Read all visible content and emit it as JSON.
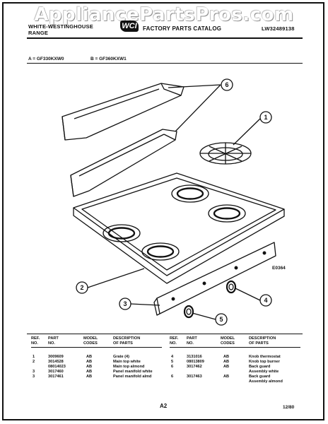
{
  "watermark": "AppliancePartsPros.com",
  "header": {
    "brand_line1": "WHITE-WESTINGHOUSE",
    "brand_line2": "RANGE",
    "logo_text": "WCI",
    "catalog_title": "FACTORY PARTS CATALOG",
    "catalog_number": "LW32489138"
  },
  "models": {
    "a": "A = GF330KXW0",
    "b": "B = GF360KXW1"
  },
  "diagram": {
    "id_label": "E0364",
    "callouts": [
      "1",
      "2",
      "3",
      "4",
      "5",
      "6"
    ]
  },
  "table": {
    "headers": {
      "ref_no": [
        "REF.",
        "NO."
      ],
      "part_no": [
        "PART",
        "NO."
      ],
      "model_codes": [
        "MODEL",
        "CODES"
      ],
      "description": [
        "DESCRIPTION",
        "OF PARTS"
      ]
    },
    "left_rows": [
      {
        "ref": "1",
        "part": "3009609",
        "codes": "AB",
        "desc": "Grate (4)"
      },
      {
        "ref": "2",
        "part": "3014528",
        "codes": "AB",
        "desc": "Main top white"
      },
      {
        "ref": "",
        "part": "08014023",
        "codes": "AB",
        "desc": "Main top almond"
      },
      {
        "ref": "3",
        "part": "3017460",
        "codes": "AB",
        "desc": "Panel manifold white"
      },
      {
        "ref": "3",
        "part": "3017461",
        "codes": "AB",
        "desc": "Panel manifold almd"
      }
    ],
    "right_rows": [
      {
        "ref": "4",
        "part": "3131016",
        "codes": "AB",
        "desc": "Knob thermostat"
      },
      {
        "ref": "5",
        "part": "08013809",
        "codes": "AB",
        "desc": "Knob top burner"
      },
      {
        "ref": "6",
        "part": "3017462",
        "codes": "AB",
        "desc": "Back guard"
      },
      {
        "ref": "",
        "part": "",
        "codes": "",
        "desc": "Assembly white"
      },
      {
        "ref": "6",
        "part": "3017463",
        "codes": "AB",
        "desc": "Back guard"
      },
      {
        "ref": "",
        "part": "",
        "codes": "",
        "desc": "Assembly almond"
      }
    ]
  },
  "footer": {
    "page": "A2",
    "date": "12/80"
  }
}
